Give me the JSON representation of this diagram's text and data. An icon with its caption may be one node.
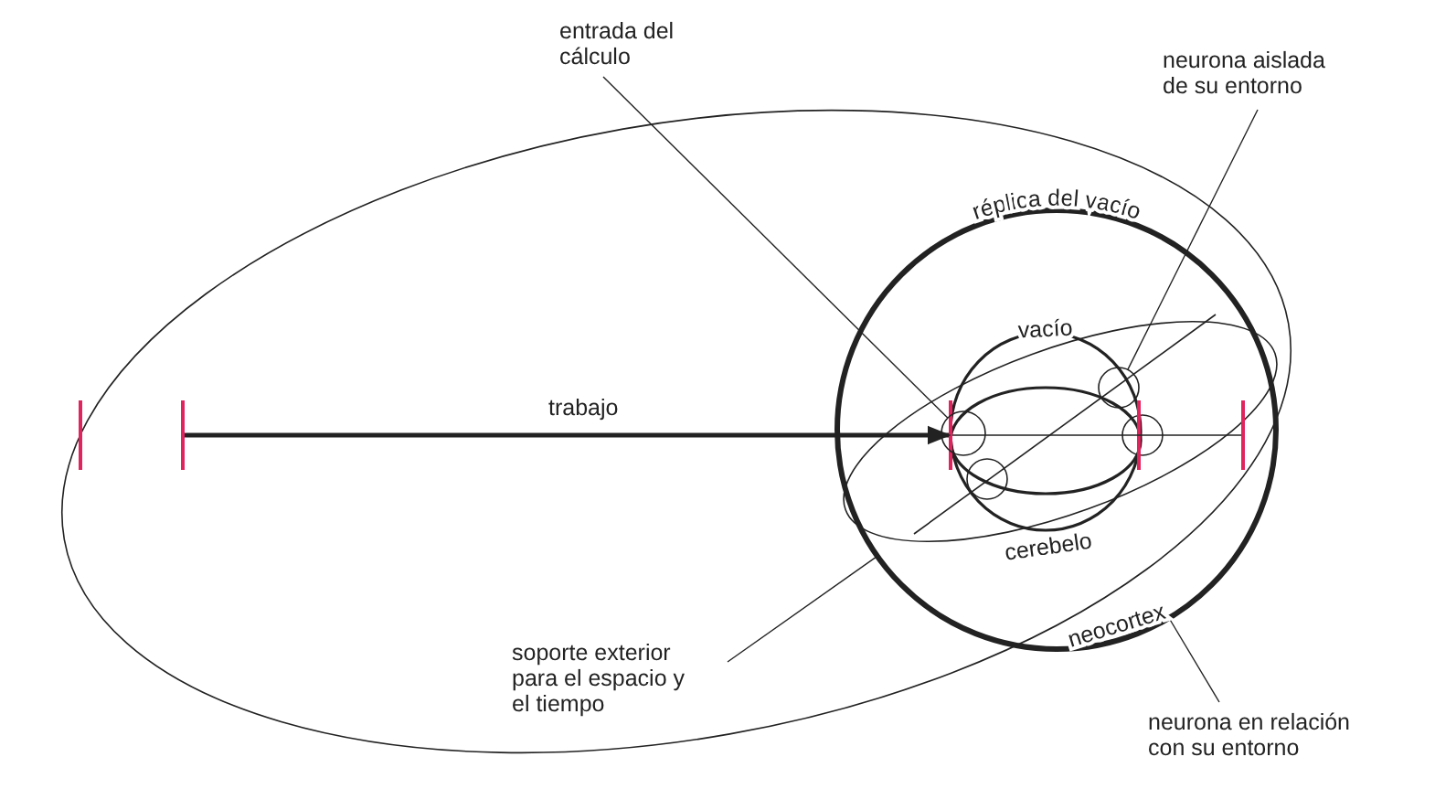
{
  "diagram": {
    "nodes": [
      {
        "text": [
          "entrada del cálculo"
        ]
      },
      {
        "text": [
          "neurona aislada de su entorno"
        ]
      },
      {
        "text": [],
        "shape": "bar"
      },
      {
        "text": [],
        "shape": "bar"
      },
      {
        "text": [],
        "shape": "bar",
        "in": 9
      },
      {
        "text": [],
        "shape": "circle",
        "in": 9
      },
      {
        "text": [],
        "shape": "circle",
        "in": 9
      },
      {
        "text": [],
        "shape": "bar",
        "in": 9
      },
      {
        "text": [],
        "shape": "bar",
        "in": 9
      },
      {
        "text": [],
        "shape": "circle"
      },
      {
        "text": [
          "soporte exterior para el espacio y el tiempo"
        ]
      },
      {
        "text": [
          "neurona en relación con su entorno"
        ]
      }
    ],
    "edges": [
      {
        "from": 0,
        "to": 5,
        "arrow": "none"
      },
      {
        "from": 1,
        "to": 6,
        "arrow": "none"
      },
      {
        "from": 3,
        "to": 4,
        "arrow": "to",
        "label": "trabajo",
        "style": "thick"
      },
      {
        "from": 10,
        "to": 9,
        "arrow": "none"
      },
      {
        "from": 11,
        "to": 9,
        "arrow": "none"
      },
      {
        "from": 4,
        "to": 8,
        "arrow": "none"
      }
    ],
    "labels": [
      "réplica del vacío",
      "vacío",
      "cerebelo",
      "neocortex"
    ]
  }
}
